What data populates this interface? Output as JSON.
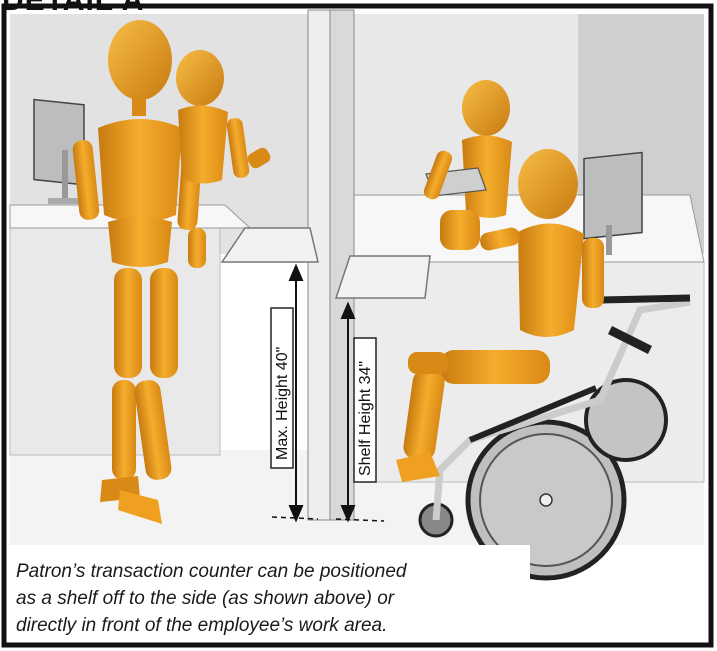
{
  "header": {
    "title": "DETAIL A"
  },
  "dimensions": {
    "max_height_label": "Max. Height 40\"",
    "shelf_height_label": "Shelf Height 34\""
  },
  "caption": {
    "lines": [
      "Patron’s transaction counter can be positioned",
      "as a shelf off to the side (as shown above) or",
      "directly in front of the employee’s work area."
    ]
  },
  "colors": {
    "figure": "#f0a020",
    "figure_shade": "#c77a10",
    "wall": "#e6e6e6",
    "floor": "#f4f4f4",
    "counter": "#f5f5f5",
    "outline": "#1a1a1a"
  }
}
